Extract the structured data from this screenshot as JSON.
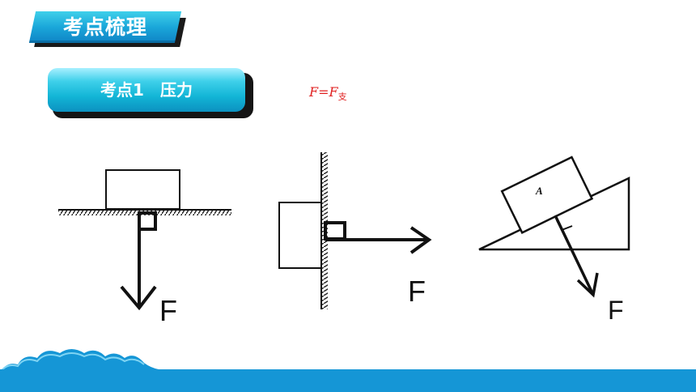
{
  "header": {
    "title": "考点梳理"
  },
  "topic": {
    "label": "考点1　压力"
  },
  "formula": {
    "main": "F=F",
    "subscript": "支"
  },
  "figures": {
    "force_label_1": "F",
    "force_label_2": "F",
    "force_label_3": "F",
    "block_label": "A"
  },
  "colors": {
    "accent": "#12b5d6",
    "formula": "#e02020",
    "bottom_band": "#1596d6"
  }
}
